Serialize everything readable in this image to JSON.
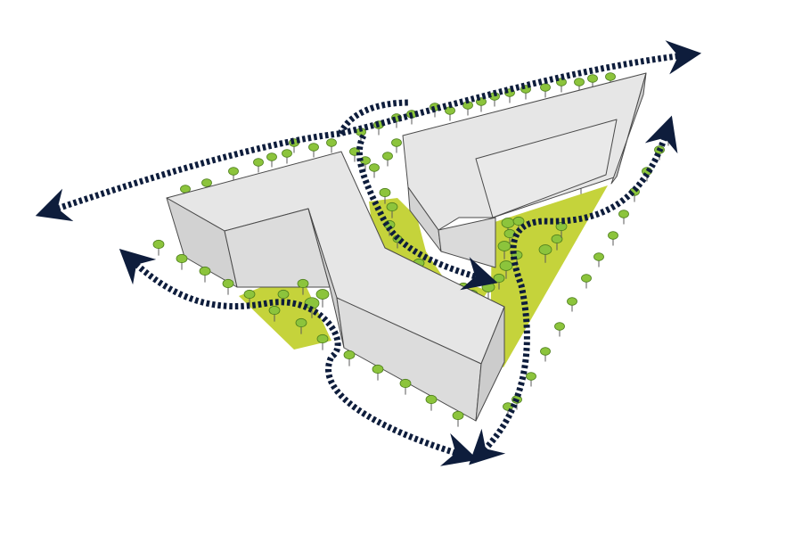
{
  "diagram": {
    "kind": "axonometric site plan",
    "colors": {
      "background": "#ffffff",
      "building_top": "#e6e6e6",
      "building_side": "#cfcfcf",
      "building_outline": "#4a4a4a",
      "green_space": "#c5d33b",
      "tree_canopy": "#8cc43c",
      "tree_outline": "#4e7f1c",
      "flow_arrow": "#0e1d3c"
    },
    "buildings": [
      {
        "name": "west-building",
        "shape": "Z-shaped block"
      },
      {
        "name": "east-building",
        "shape": "L-shaped block"
      }
    ],
    "flows": [
      {
        "name": "north-axis-arrow",
        "direction": "bidirectional"
      },
      {
        "name": "central-passage-arrow",
        "direction": "one-way"
      },
      {
        "name": "west-loop-arrow",
        "direction": "bidirectional"
      },
      {
        "name": "east-loop-arrow",
        "direction": "bidirectional"
      }
    ]
  }
}
